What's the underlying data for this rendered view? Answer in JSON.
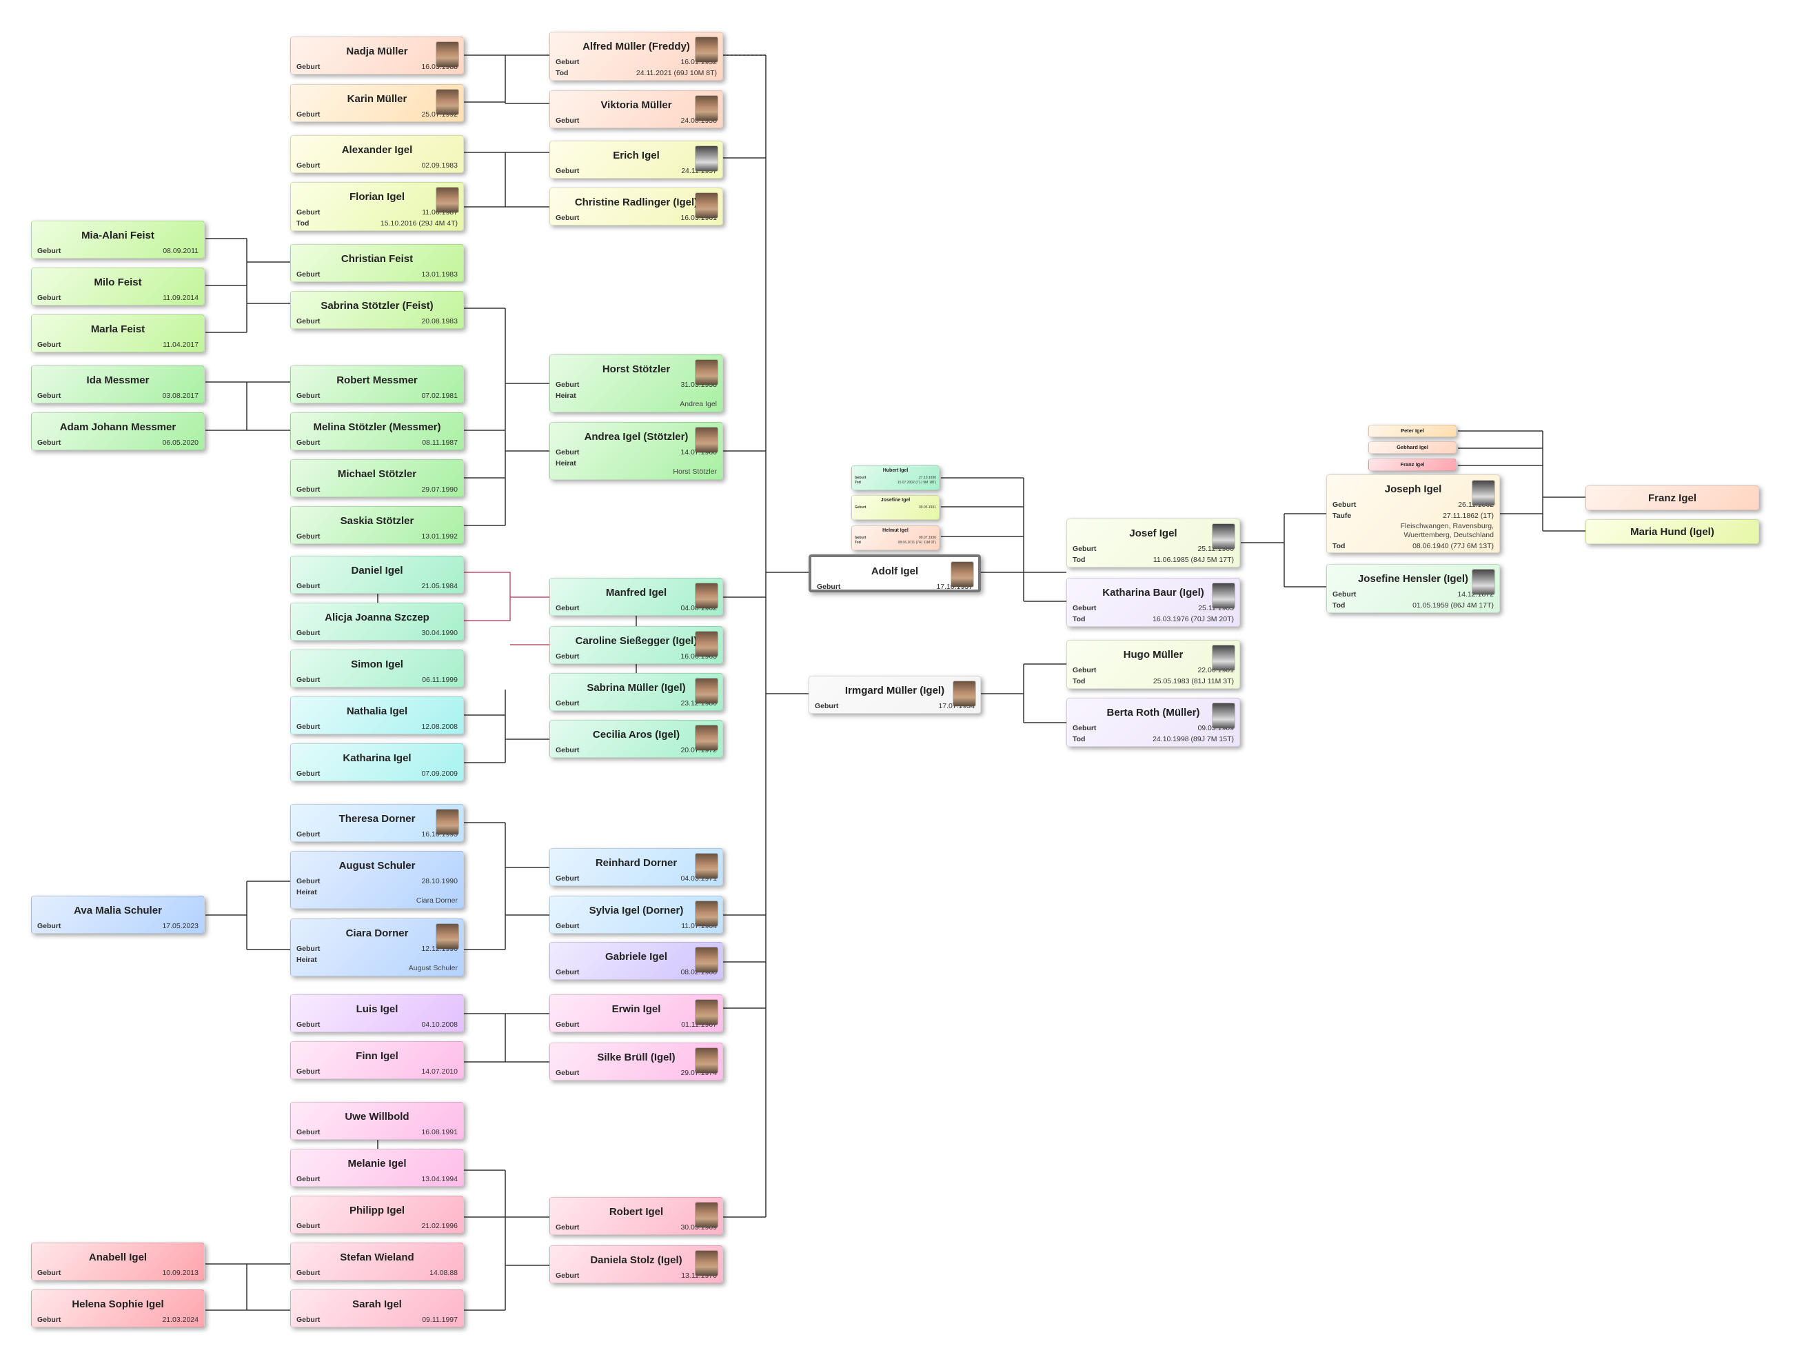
{
  "labels": {
    "birth": "Geburt",
    "death": "Tod",
    "marriage": "Heirat",
    "baptism": "Taufe"
  },
  "people": {
    "nadja_mueller": {
      "name": "Nadja Müller",
      "birth": "16.03.1988"
    },
    "karin_mueller": {
      "name": "Karin Müller",
      "birth": "25.07.1992"
    },
    "alfred_mueller": {
      "name": "Alfred Müller (Freddy)",
      "birth": "16.01.1952",
      "death": "24.11.2021 (69J 10M 8T)"
    },
    "viktoria_mueller": {
      "name": "Viktoria Müller",
      "birth": "24.08.1958"
    },
    "alexander_igel": {
      "name": "Alexander Igel",
      "birth": "02.09.1983"
    },
    "florian_igel": {
      "name": "Florian Igel",
      "birth": "11.06.1987",
      "death": "15.10.2016 (29J 4M 4T)"
    },
    "erich_igel": {
      "name": "Erich Igel",
      "birth": "24.11.1957"
    },
    "christine_radlinger": {
      "name": "Christine Radlinger (Igel)",
      "birth": "16.03.1961"
    },
    "mia_feist": {
      "name": "Mia-Alani Feist",
      "birth": "08.09.2011"
    },
    "milo_feist": {
      "name": "Milo Feist",
      "birth": "11.09.2014"
    },
    "marla_feist": {
      "name": "Marla Feist",
      "birth": "11.04.2017"
    },
    "christian_feist": {
      "name": "Christian Feist",
      "birth": "13.01.1983"
    },
    "sabrina_stoetzler": {
      "name": "Sabrina Stötzler (Feist)",
      "birth": "20.08.1983"
    },
    "ida_messmer": {
      "name": "Ida Messmer",
      "birth": "03.08.2017"
    },
    "adam_messmer": {
      "name": "Adam Johann Messmer",
      "birth": "06.05.2020"
    },
    "robert_messmer": {
      "name": "Robert Messmer",
      "birth": "07.02.1981"
    },
    "melina_stoetzler": {
      "name": "Melina Stötzler (Messmer)",
      "birth": "08.11.1987"
    },
    "michael_stoetzler": {
      "name": "Michael Stötzler",
      "birth": "29.07.1990"
    },
    "saskia_stoetzler": {
      "name": "Saskia Stötzler",
      "birth": "13.01.1992"
    },
    "horst_stoetzler": {
      "name": "Horst Stötzler",
      "birth": "31.03.1958",
      "marriage": "Andrea Igel"
    },
    "andrea_igel": {
      "name": "Andrea Igel (Stötzler)",
      "birth": "14.07.1960",
      "marriage": "Horst Stötzler"
    },
    "daniel_igel": {
      "name": "Daniel Igel",
      "birth": "21.05.1984"
    },
    "alicja_szczep": {
      "name": "Alicja Joanna Szczep",
      "birth": "30.04.1990"
    },
    "simon_igel": {
      "name": "Simon Igel",
      "birth": "06.11.1999"
    },
    "nathalia_igel": {
      "name": "Nathalia Igel",
      "birth": "12.08.2008"
    },
    "katharina_igel": {
      "name": "Katharina Igel",
      "birth": "07.09.2009"
    },
    "manfred_igel": {
      "name": "Manfred Igel",
      "birth": "04.08.1962"
    },
    "caroline_siessegger": {
      "name": "Caroline Sießegger (Igel)",
      "birth": "16.06.1963"
    },
    "sabrina_mueller": {
      "name": "Sabrina Müller (Igel)",
      "birth": "23.12.1980"
    },
    "cecilia_aros": {
      "name": "Cecilia Aros (Igel)",
      "birth": "20.07.1972"
    },
    "theresa_dorner": {
      "name": "Theresa Dorner",
      "birth": "16.10.1995"
    },
    "august_schuler": {
      "name": "August Schuler",
      "birth": "28.10.1990",
      "marriage": "Ciara Dorner"
    },
    "ciara_dorner": {
      "name": "Ciara Dorner",
      "birth": "12.12.1996",
      "marriage": "August Schuler"
    },
    "ava_schuler": {
      "name": "Ava Malia Schuler",
      "birth": "17.05.2023"
    },
    "reinhard_dorner": {
      "name": "Reinhard Dorner",
      "birth": "04.03.1971"
    },
    "sylvia_igel": {
      "name": "Sylvia Igel (Dorner)",
      "birth": "11.07.1964"
    },
    "gabriele_igel": {
      "name": "Gabriele Igel",
      "birth": "08.02.1966"
    },
    "luis_igel": {
      "name": "Luis Igel",
      "birth": "04.10.2008"
    },
    "finn_igel": {
      "name": "Finn Igel",
      "birth": "14.07.2010"
    },
    "erwin_igel": {
      "name": "Erwin Igel",
      "birth": "01.11.1967"
    },
    "silke_bruell": {
      "name": "Silke Brüll (Igel)",
      "birth": "29.07.1974"
    },
    "uwe_willbold": {
      "name": "Uwe Willbold",
      "birth": "16.08.1991"
    },
    "melanie_igel": {
      "name": "Melanie Igel",
      "birth": "13.04.1994"
    },
    "philipp_igel": {
      "name": "Philipp Igel",
      "birth": "21.02.1996"
    },
    "stefan_wieland": {
      "name": "Stefan Wieland",
      "birth": "14.08.88"
    },
    "sarah_igel": {
      "name": "Sarah Igel",
      "birth": "09.11.1997"
    },
    "anabell_igel": {
      "name": "Anabell Igel",
      "birth": "10.09.2013"
    },
    "helena_igel": {
      "name": "Helena Sophie Igel",
      "birth": "21.03.2024"
    },
    "robert_igel": {
      "name": "Robert Igel",
      "birth": "30.05.1969"
    },
    "daniela_stolz": {
      "name": "Daniela Stolz (Igel)",
      "birth": "13.11.1970"
    },
    "hubert_igel": {
      "name": "Hubert Igel",
      "birth": "27.10.1930",
      "death": "15.07.2002 (71J 9M 18T)"
    },
    "josefine_igel": {
      "name": "Josefine Igel",
      "birth": "09.05.1931"
    },
    "helmut_igel": {
      "name": "Helmut Igel",
      "birth": "09.07.1936",
      "death": "08.06.2011 (74J 11M 0T)"
    },
    "adolf_igel": {
      "name": "Adolf Igel",
      "birth": "17.10.1937"
    },
    "irmgard_mueller": {
      "name": "Irmgard Müller (Igel)",
      "birth": "17.07.1934"
    },
    "josef_igel": {
      "name": "Josef Igel",
      "birth": "25.12.1900",
      "death": "11.06.1985 (84J 5M 17T)"
    },
    "katharina_baur": {
      "name": "Katharina Baur (Igel)",
      "birth": "25.11.1905",
      "death": "16.03.1976 (70J 3M 20T)"
    },
    "hugo_mueller": {
      "name": "Hugo Müller",
      "birth": "22.06.1901",
      "death": "25.05.1983 (81J 11M 3T)"
    },
    "berta_roth": {
      "name": "Berta Roth (Müller)",
      "birth": "09.03.1909",
      "death": "24.10.1998 (89J 7M 15T)"
    },
    "peter_igel": {
      "name": "Peter Igel"
    },
    "gebhard_igel": {
      "name": "Gebhard Igel"
    },
    "franz_igel_small": {
      "name": "Franz Igel"
    },
    "joseph_igel": {
      "name": "Joseph Igel",
      "birth": "26.11.1862",
      "baptism": "27.11.1862 (1T)",
      "baptism_place": "Fleischwangen, Ravensburg, Wuerttemberg, Deutschland",
      "death": "08.06.1940 (77J 6M 13T)"
    },
    "josefine_hensler": {
      "name": "Josefine Hensler (Igel)",
      "birth": "14.12.1872",
      "death": "01.05.1959 (86J 4M 17T)"
    },
    "franz_igel": {
      "name": "Franz Igel"
    },
    "maria_hund": {
      "name": "Maria Hund (Igel)"
    }
  }
}
